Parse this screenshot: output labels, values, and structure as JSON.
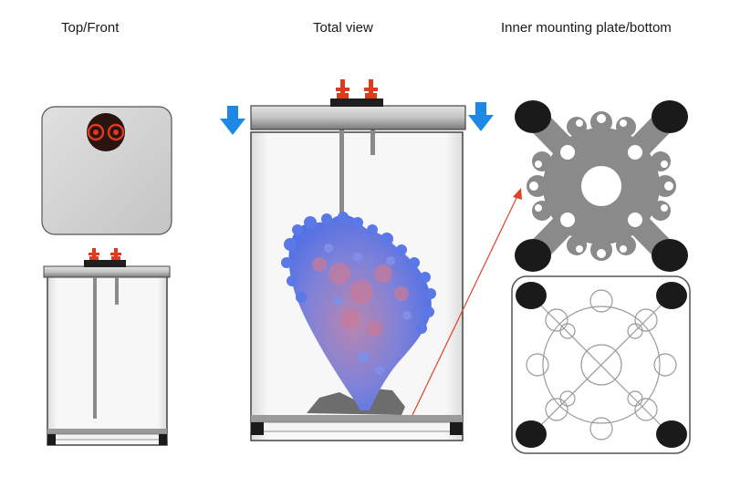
{
  "labels": {
    "top_front": "Top/Front",
    "total_view": "Total view",
    "inner_plate": "Inner mounting plate/bottom"
  },
  "colors": {
    "arrow_blue": "#1e88e5",
    "pointer_line": "#e0402a",
    "valve_red": "#e03a1e",
    "lid_grey": "#c6c6c6",
    "plate_grey": "#8a8a8a",
    "foot_black": "#1a1a1a",
    "coral_blue": "#5a78e6",
    "coral_pink": "#c8809a",
    "rock_grey": "#6d6d6d"
  }
}
